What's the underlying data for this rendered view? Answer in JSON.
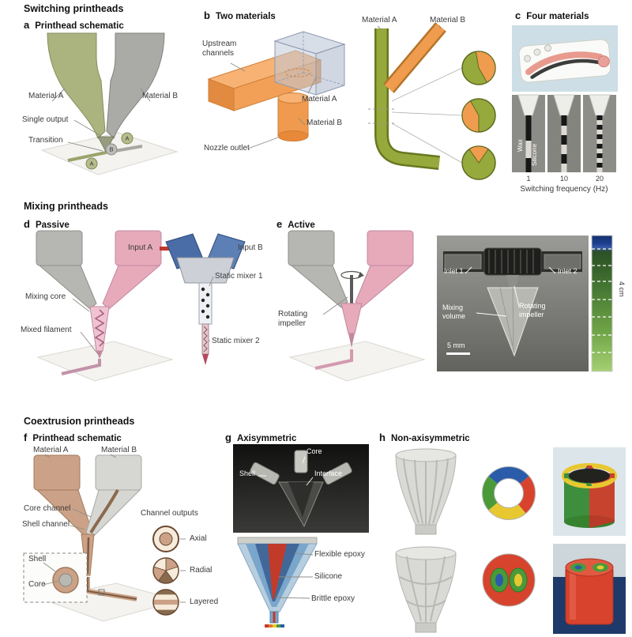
{
  "sections": {
    "switching": {
      "title": "Switching printheads"
    },
    "mixing": {
      "title": "Mixing printheads"
    },
    "coextrusion": {
      "title": "Coextrusion printheads"
    }
  },
  "panels": {
    "a": {
      "letter": "a",
      "title": "Printhead schematic",
      "labels": {
        "material_a": "Material A",
        "material_b": "Material B",
        "single_output": "Single output",
        "transition": "Transition",
        "marker_a1": "A",
        "marker_b": "B",
        "marker_a2": "A"
      }
    },
    "b": {
      "letter": "b",
      "title": "Two materials",
      "labels": {
        "upstream_channels": "Upstream channels",
        "material_a_box": "Material A",
        "material_b_nozzle": "Material B",
        "nozzle_outlet": "Nozzle outlet",
        "material_a_channel": "Material A",
        "material_b_channel": "Material B"
      }
    },
    "c": {
      "letter": "c",
      "title": "Four materials",
      "labels": {
        "wax": "Wax",
        "silicone": "Silicone"
      },
      "axis": {
        "ticks": [
          "1",
          "10",
          "20"
        ],
        "label": "Switching frequency (Hz)"
      }
    },
    "d": {
      "letter": "d",
      "title": "Passive",
      "labels": {
        "mixing_core": "Mixing core",
        "mixed_filament": "Mixed filament",
        "input_a": "Input A",
        "input_b": "Input B",
        "static_mixer_1": "Static mixer 1",
        "static_mixer_2": "Static mixer 2"
      }
    },
    "e": {
      "letter": "e",
      "title": "Active",
      "labels": {
        "rotating_impeller": "Rotating impeller",
        "inlet_1": "Inlet 1",
        "inlet_2": "Inlet 2",
        "mixing_volume": "Mixing volume",
        "rotating_impeller_photo": "Rotating impeller",
        "scale_bar": "5 mm",
        "height_scale": "4 cm"
      }
    },
    "f": {
      "letter": "f",
      "title": "Printhead schematic",
      "labels": {
        "material_a": "Material A",
        "material_b": "Material B",
        "core_channel": "Core channel",
        "shell_channel": "Shell channel",
        "shell": "Shell",
        "core": "Core",
        "channel_outputs": "Channel outputs",
        "axial": "Axial",
        "radial": "Radial",
        "layered": "Layered"
      }
    },
    "g": {
      "letter": "g",
      "title": "Axisymmetric",
      "labels": {
        "core": "Core",
        "shell": "Shell",
        "interface": "Interface",
        "flexible_epoxy": "Flexible epoxy",
        "silicone": "Silicone",
        "brittle_epoxy": "Brittle epoxy"
      }
    },
    "h": {
      "letter": "h",
      "title": "Non-axisymmetric"
    }
  },
  "colors": {
    "material_a_olive": "#abb37f",
    "material_b_gray": "#aaaaa6",
    "channel_orange": "#f09c4e",
    "channel_green": "#96a93c",
    "ink_pink": "#e7aabb",
    "printhead_blue": "#4a6da8",
    "shell_tan": "#cba287",
    "core_brown": "#8a6a4e",
    "epoxy_blue": "#7aa6cb",
    "epoxy_red": "#c23b2a"
  }
}
